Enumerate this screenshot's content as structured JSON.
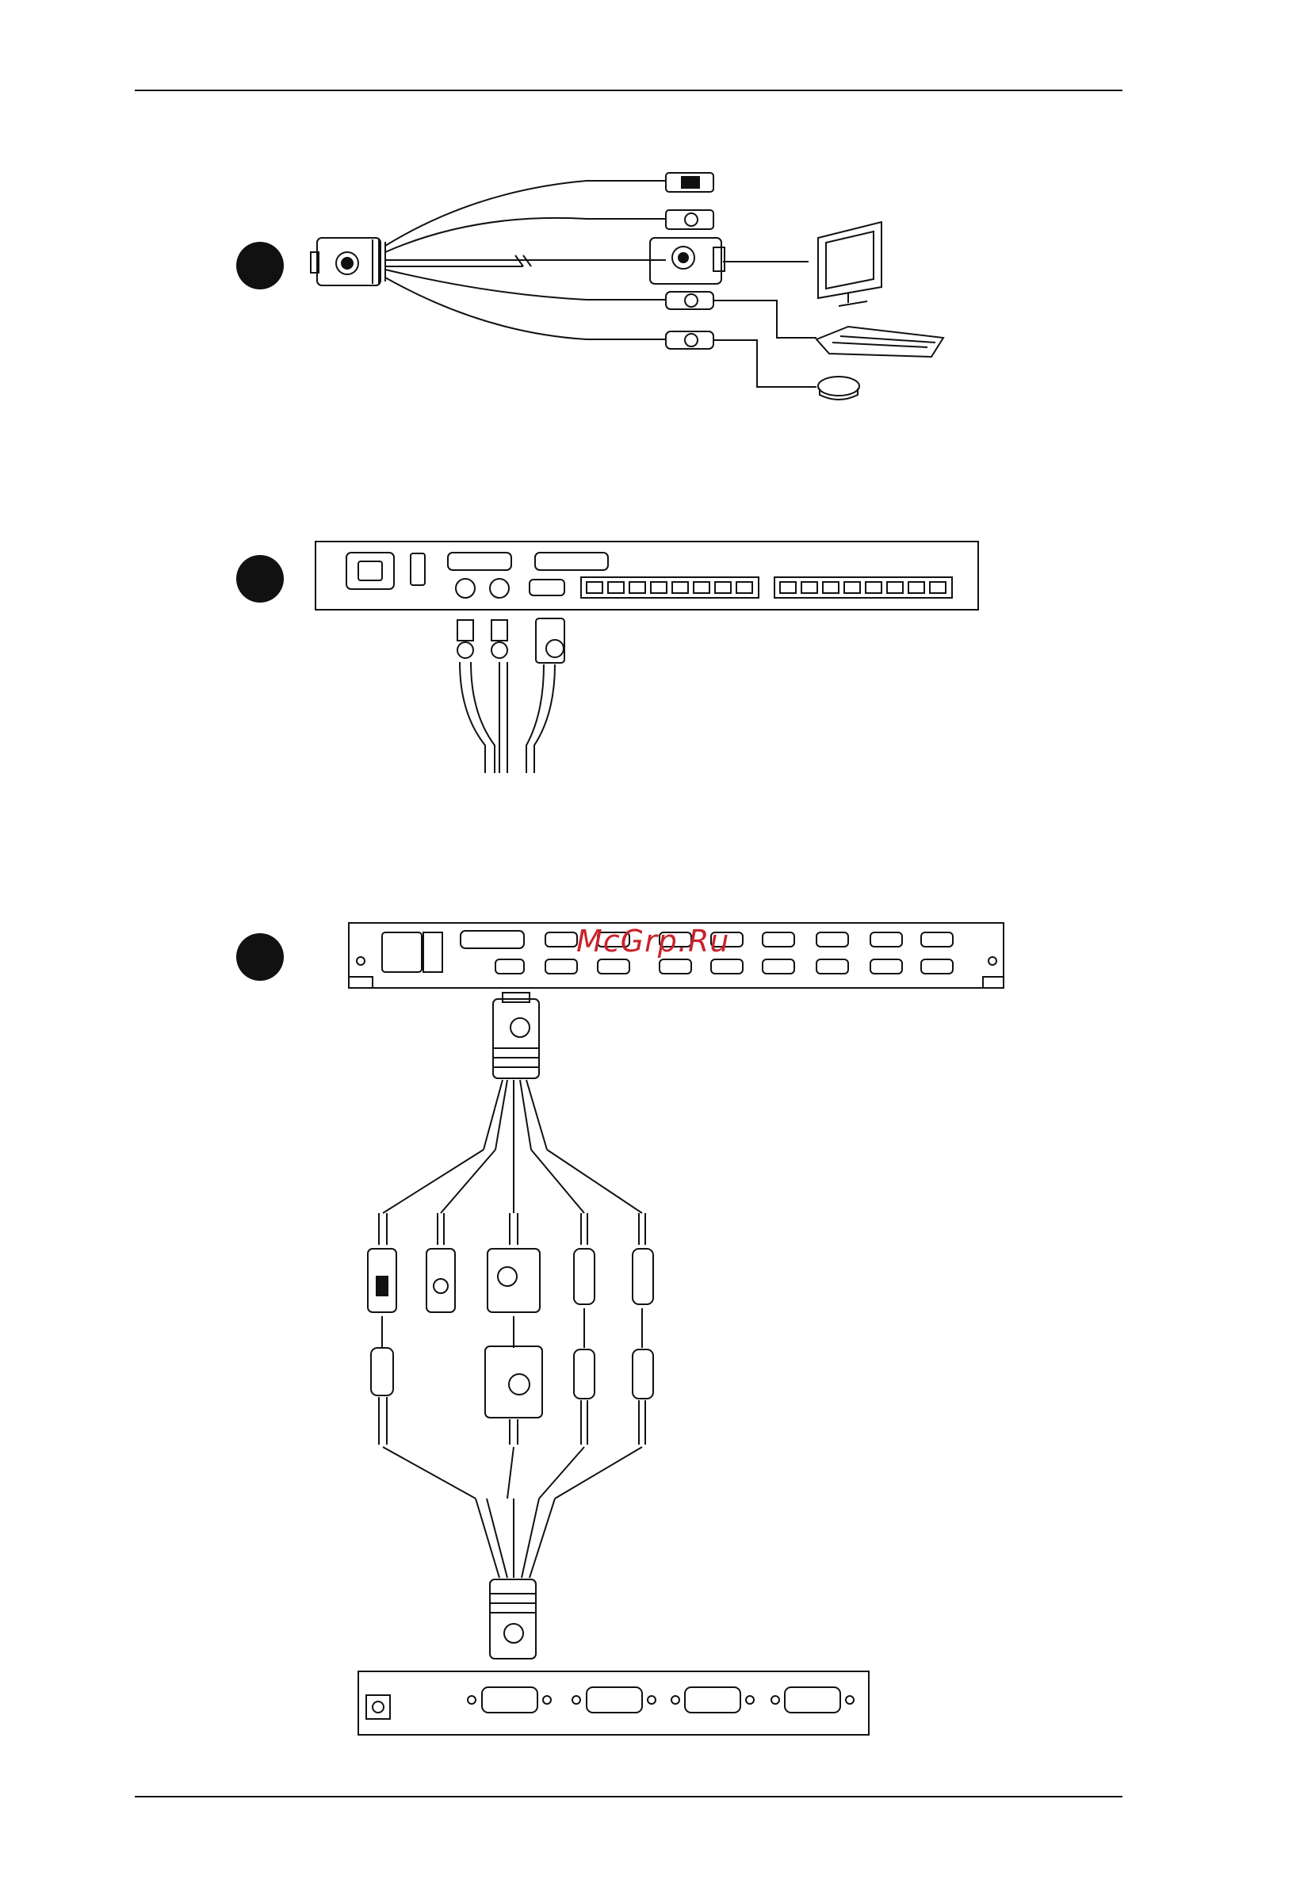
{
  "watermark": {
    "text": "McGrp.Ru",
    "color": "#c8232c"
  },
  "steps": [
    {
      "id": 1,
      "name": "step-1-marker"
    },
    {
      "id": 2,
      "name": "step-2-marker"
    },
    {
      "id": 3,
      "name": "step-3-marker"
    }
  ],
  "icons": {
    "console_devices": [
      "monitor-icon",
      "keyboard-icon",
      "mouse-icon"
    ],
    "cable_connectors": [
      "usb-connector-icon",
      "usb-b-connector-icon",
      "vga-connector-icon",
      "ps2-keyboard-connector-icon",
      "ps2-mouse-connector-icon"
    ]
  },
  "colors": {
    "line": "#111111",
    "background": "#ffffff"
  }
}
